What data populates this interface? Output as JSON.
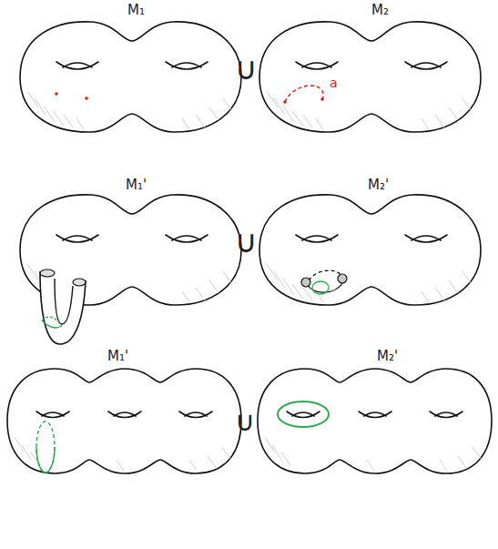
{
  "diagram": {
    "labels": [
      "M₁",
      "∪",
      "M₂",
      "a",
      "M₁'",
      "∪",
      "M₂'",
      "M₁'",
      "∪",
      "M₂'"
    ]
  }
}
